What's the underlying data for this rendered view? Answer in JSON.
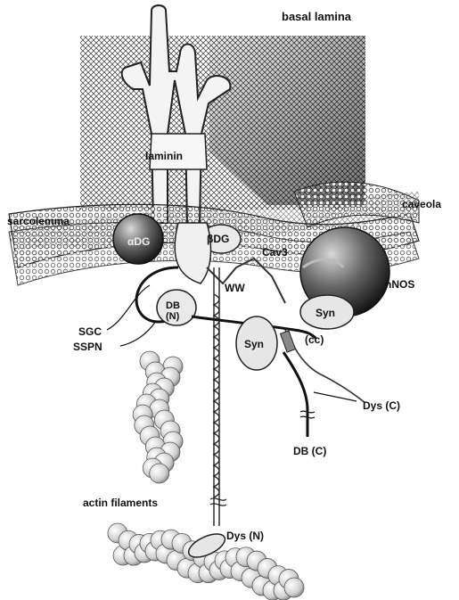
{
  "labels": {
    "basal_lamina": "basal lamina",
    "laminin": "laminin",
    "sarcolemma": "sarcolemma",
    "caveola": "caveola",
    "alpha_dg": "αDG",
    "beta_dg": "βDG",
    "cav3": "Cav3",
    "ww": "WW",
    "nnos": "nNOS",
    "syn_upper": "Syn",
    "syn_lower": "Syn",
    "cc": "(cc)",
    "db_n": "DB",
    "db_n_paren": "(N)",
    "sgc": "SGC",
    "sspn": "SSPN",
    "dys_c": "Dys (C)",
    "db_c": "DB (C)",
    "actin_filaments": "actin filaments",
    "dys_n": "Dys (N)"
  }
}
